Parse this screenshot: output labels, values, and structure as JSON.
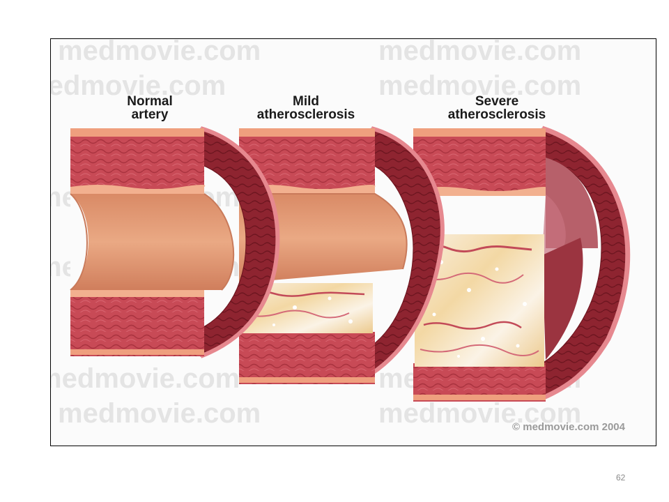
{
  "watermark": {
    "text": "medmovie.com"
  },
  "labels": {
    "normal": {
      "line1": "Normal",
      "line2": "artery"
    },
    "mild": {
      "line1": "Mild",
      "line2": "atherosclerosis"
    },
    "severe": {
      "line1": "Severe",
      "line2": "atherosclerosis"
    }
  },
  "copyright": "© medmovie.com 2004",
  "page_number": "62",
  "colors": {
    "artery_wall": "#c94a55",
    "artery_dark": "#8c1f2a",
    "lumen": "#e8a27a",
    "intima_band": "#f0a27e",
    "plaque_light": "#f6dcae",
    "plaque_white": "#fff4e0",
    "frame_border": "#000000"
  }
}
